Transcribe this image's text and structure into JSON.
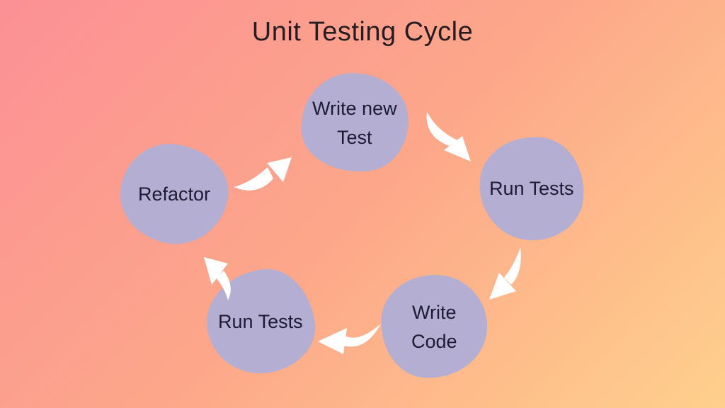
{
  "title": "Unit Testing Cycle",
  "colors": {
    "background_top_left": "#fb9095",
    "background_middle": "#fda78a",
    "background_bottom_right": "#fed08c",
    "node_fill": "#b3aed2",
    "node_text": "#1d1b33",
    "title_color": "#261c22",
    "arrow_color": "#ffffff"
  },
  "nodes": [
    {
      "id": "write-new-test",
      "label": "Write new Test",
      "line1": "Write new",
      "line2": "Test"
    },
    {
      "id": "run-tests-right",
      "label": "Run Tests",
      "line1": "Run Tests",
      "line2": ""
    },
    {
      "id": "write-code",
      "label": "Write Code",
      "line1": "Write",
      "line2": "Code"
    },
    {
      "id": "run-tests-left",
      "label": "Run Tests",
      "line1": "Run Tests",
      "line2": ""
    },
    {
      "id": "refactor",
      "label": "Refactor",
      "line1": "Refactor",
      "line2": ""
    }
  ],
  "flow": [
    {
      "from": "Write new Test",
      "to": "Run Tests"
    },
    {
      "from": "Run Tests",
      "to": "Write Code"
    },
    {
      "from": "Write Code",
      "to": "Run Tests"
    },
    {
      "from": "Run Tests",
      "to": "Refactor"
    },
    {
      "from": "Refactor",
      "to": "Write new Test"
    }
  ]
}
